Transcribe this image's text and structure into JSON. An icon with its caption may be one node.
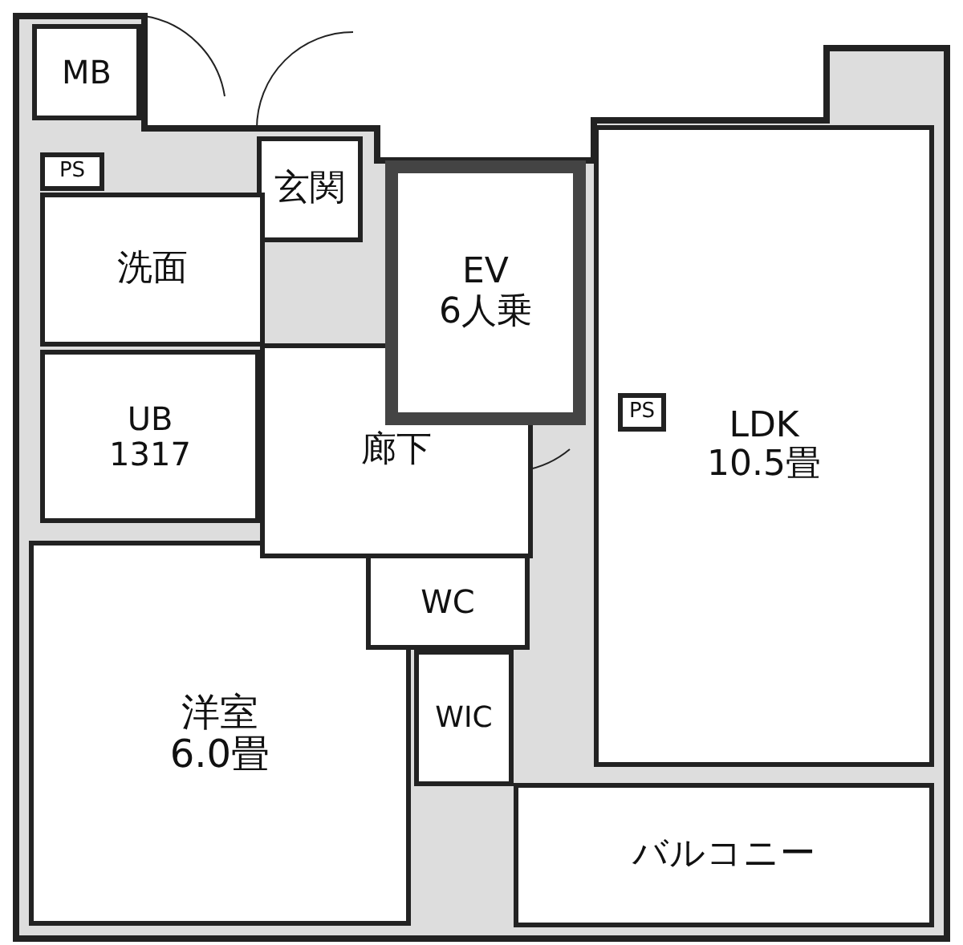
{
  "diagram": {
    "nodes": [
      {
        "text": [
          "MB"
        ]
      },
      {
        "text": [
          "PS"
        ]
      },
      {
        "text": [
          "玄関"
        ]
      },
      {
        "text": [
          "洗面"
        ]
      },
      {
        "text": [
          "UB",
          "1317"
        ]
      },
      {
        "text": [
          "EV",
          "6人乗"
        ]
      },
      {
        "text": [
          "PS"
        ],
        "in": 7
      },
      {
        "text": [
          "LDK",
          "10.5畳"
        ]
      },
      {
        "text": [
          "廊下"
        ]
      },
      {
        "text": [
          "WC"
        ]
      },
      {
        "text": [
          "洋室",
          "6.0畳"
        ]
      },
      {
        "text": [
          "WIC"
        ]
      },
      {
        "text": [
          "バルコニー"
        ]
      }
    ],
    "edges": []
  }
}
